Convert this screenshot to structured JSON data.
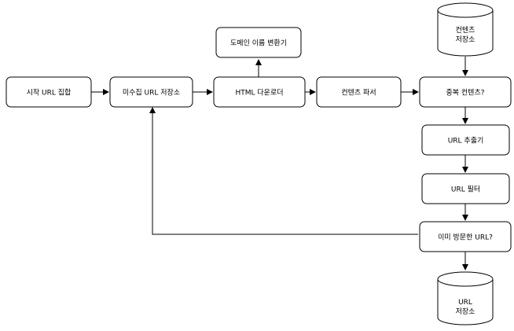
{
  "nodes": {
    "seed_urls": "시작 URL 집합",
    "url_frontier": "미수집 URL 저장소",
    "dns_resolver": "도메인 이름 변환기",
    "html_downloader": "HTML 다운로더",
    "content_parser": "컨텐츠 파서",
    "content_seen": "중복 컨텐츠?",
    "content_storage": [
      "컨텐츠",
      "저장소"
    ],
    "url_extractor": "URL 추출기",
    "url_filter": "URL 필터",
    "url_seen": "이미 방문한 URL?",
    "url_storage": [
      "URL",
      "저장소"
    ]
  }
}
